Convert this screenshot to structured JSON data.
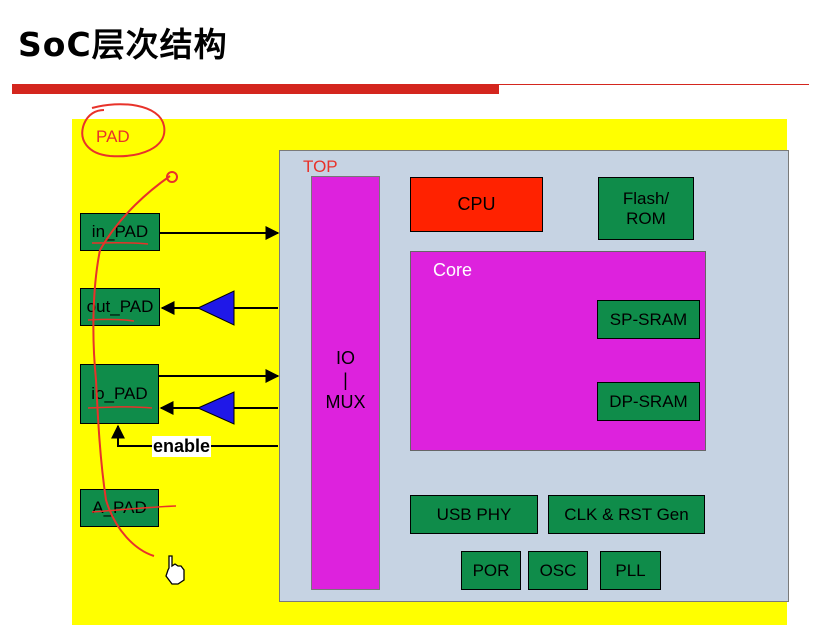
{
  "title": "SoC层次结构",
  "colors": {
    "accent_bar": "#d4261e",
    "background": "#ffff00",
    "top": "#c6d3e3",
    "block": "#0f8c4a",
    "core": "#dd22dd",
    "cpu": "#ff2200",
    "annotation": "#e8322a"
  },
  "labels": {
    "pad": "PAD",
    "top": "TOP",
    "core": "Core",
    "enable": "enable",
    "mux": [
      "IO",
      "|",
      "MUX"
    ]
  },
  "pads": {
    "in": "in_PAD",
    "out": "out_PAD",
    "io": "io_PAD",
    "analog": "A_PAD"
  },
  "blocks": {
    "cpu": "CPU",
    "flash_line1": "Flash/",
    "flash_line2": "ROM",
    "sp_sram": "SP-SRAM",
    "dp_sram": "DP-SRAM",
    "usb_phy": "USB PHY",
    "clk_rst": "CLK & RST Gen",
    "por": "POR",
    "osc": "OSC",
    "pll": "PLL"
  }
}
